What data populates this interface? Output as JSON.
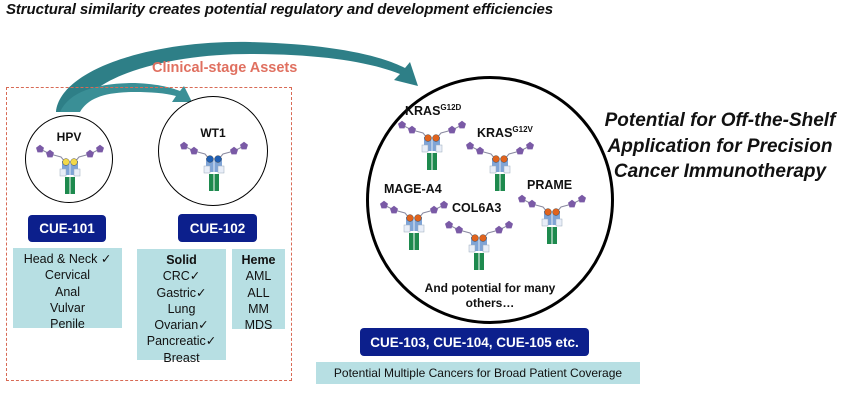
{
  "title": "Structural similarity creates potential regulatory and development efficiencies",
  "clinical_label": "Clinical-stage Assets",
  "colors": {
    "arrow": "#2e7f87",
    "dashed_border": "#d86a55",
    "clinical_label": "#e07060",
    "cue_button": "#0c1f8c",
    "teal_box": "#b7dfe3",
    "pentagon": "#7a5aa6",
    "hpv_peptide": "#f2d94a",
    "wt1_peptide": "#1f5fb4",
    "other_peptide": "#e0631d",
    "fc_green": "#1e8a4e"
  },
  "assets": [
    {
      "target": "HPV",
      "program": "CUE-101",
      "indications": [
        "Head & Neck ✓",
        "Cervical",
        "Anal",
        "Vulvar",
        "Penile"
      ]
    },
    {
      "target": "WT1",
      "program": "CUE-102",
      "groups": [
        {
          "heading": "Solid",
          "items": [
            "CRC✓",
            "Gastric✓",
            "Lung",
            "Ovarian✓",
            "Pancreatic✓",
            "Breast"
          ]
        },
        {
          "heading": "Heme",
          "items": [
            "AML",
            "ALL",
            "MM",
            "MDS"
          ]
        }
      ]
    }
  ],
  "pipeline": {
    "targets": [
      {
        "name": "KRAS",
        "sup": "G12D"
      },
      {
        "name": "KRAS",
        "sup": "G12V"
      },
      {
        "name": "MAGE-A4",
        "sup": ""
      },
      {
        "name": "COL6A3",
        "sup": ""
      },
      {
        "name": "PRAME",
        "sup": ""
      }
    ],
    "others_text_1": "And potential for many",
    "others_text_2": "others…",
    "programs": "CUE-103, CUE-104, CUE-105 etc.",
    "coverage": "Potential Multiple Cancers for Broad Patient Coverage"
  },
  "right_text": [
    "Potential for Off-the-Shelf",
    "Application for Precision",
    "Cancer Immunotherapy"
  ]
}
